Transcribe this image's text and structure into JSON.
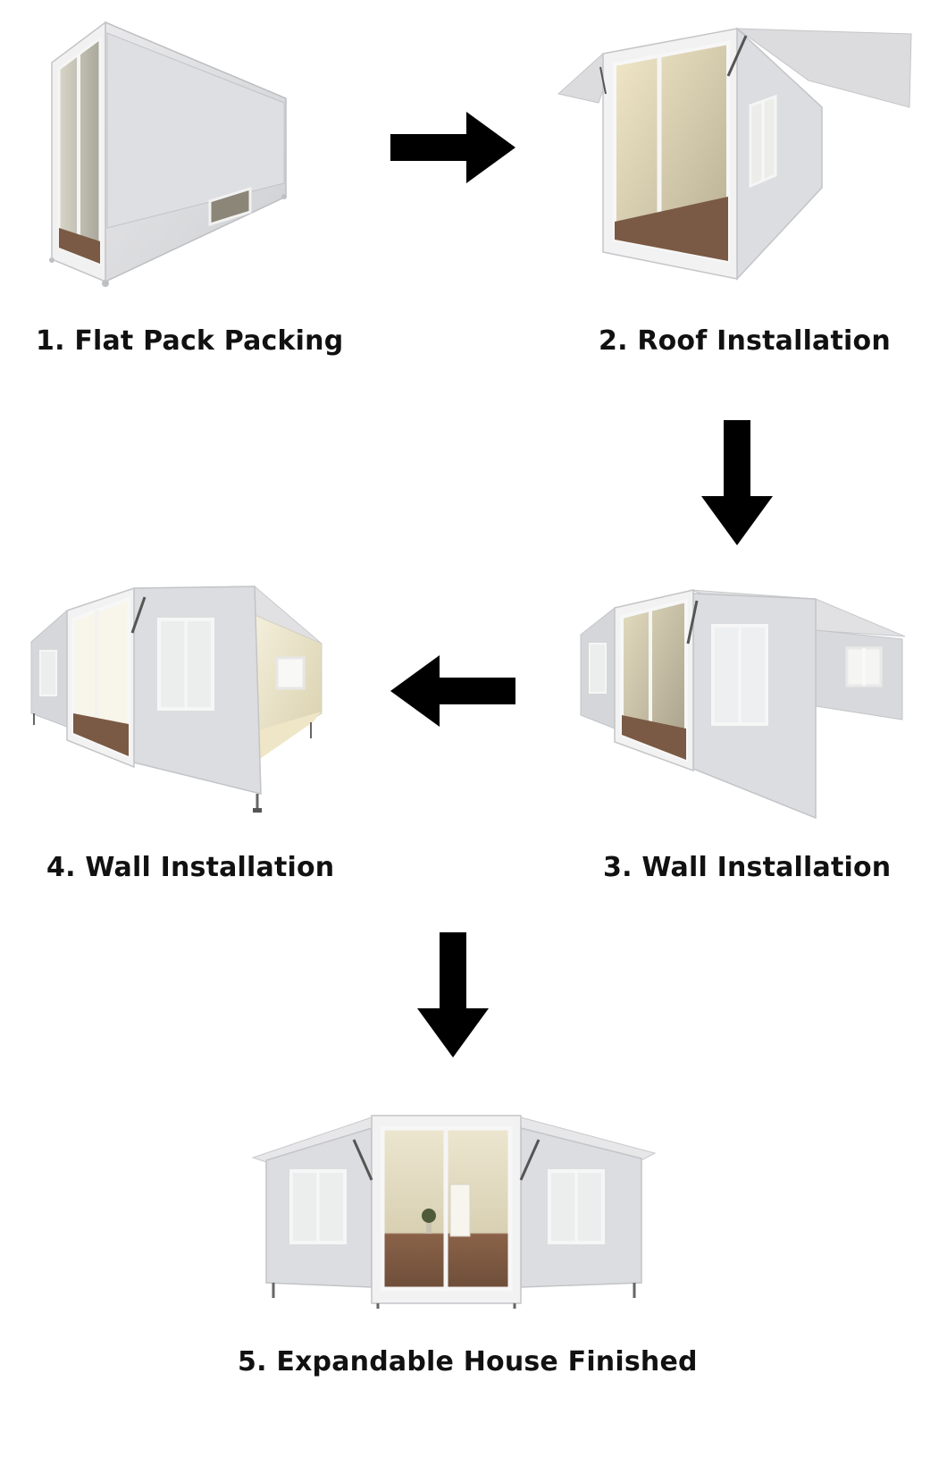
{
  "steps": [
    {
      "label": "1. Flat Pack Packing"
    },
    {
      "label": "2. Roof Installation"
    },
    {
      "label": "3. Wall Installation"
    },
    {
      "label": "4. Wall Installation"
    },
    {
      "label": "5. Expandable House Finished"
    }
  ],
  "colors": {
    "wall": "#e3e3e5",
    "wall_shade": "#cfd0d3",
    "frame": "#f4f4f4",
    "glass": "#b8b6aa",
    "interior_light": "#f3ecd2",
    "floor": "#7a5a44",
    "arrow": "#000000",
    "text": "#111111"
  },
  "icons": [
    "arrow-right-icon",
    "arrow-down-icon",
    "arrow-left-icon",
    "arrow-down-icon"
  ]
}
